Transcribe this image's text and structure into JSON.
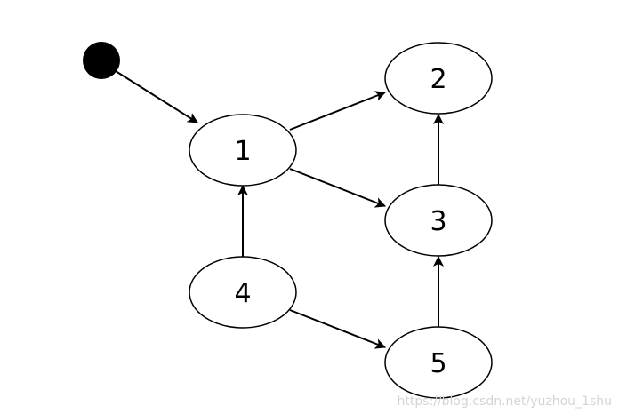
{
  "diagram": {
    "colors": {
      "stroke": "#000000",
      "fill": "#ffffff",
      "start": "#000000",
      "watermark": "#d4d4d4"
    },
    "start_node": {
      "id": "start"
    },
    "nodes": [
      {
        "id": "n1",
        "label": "1"
      },
      {
        "id": "n2",
        "label": "2"
      },
      {
        "id": "n3",
        "label": "3"
      },
      {
        "id": "n4",
        "label": "4"
      },
      {
        "id": "n5",
        "label": "5"
      }
    ],
    "edges": [
      {
        "from": "start",
        "to": "1"
      },
      {
        "from": "1",
        "to": "2"
      },
      {
        "from": "1",
        "to": "3"
      },
      {
        "from": "3",
        "to": "2"
      },
      {
        "from": "4",
        "to": "1"
      },
      {
        "from": "4",
        "to": "5"
      },
      {
        "from": "5",
        "to": "3"
      }
    ]
  },
  "watermark": {
    "text": "https://blog.csdn.net/yuzhou_1shu"
  }
}
